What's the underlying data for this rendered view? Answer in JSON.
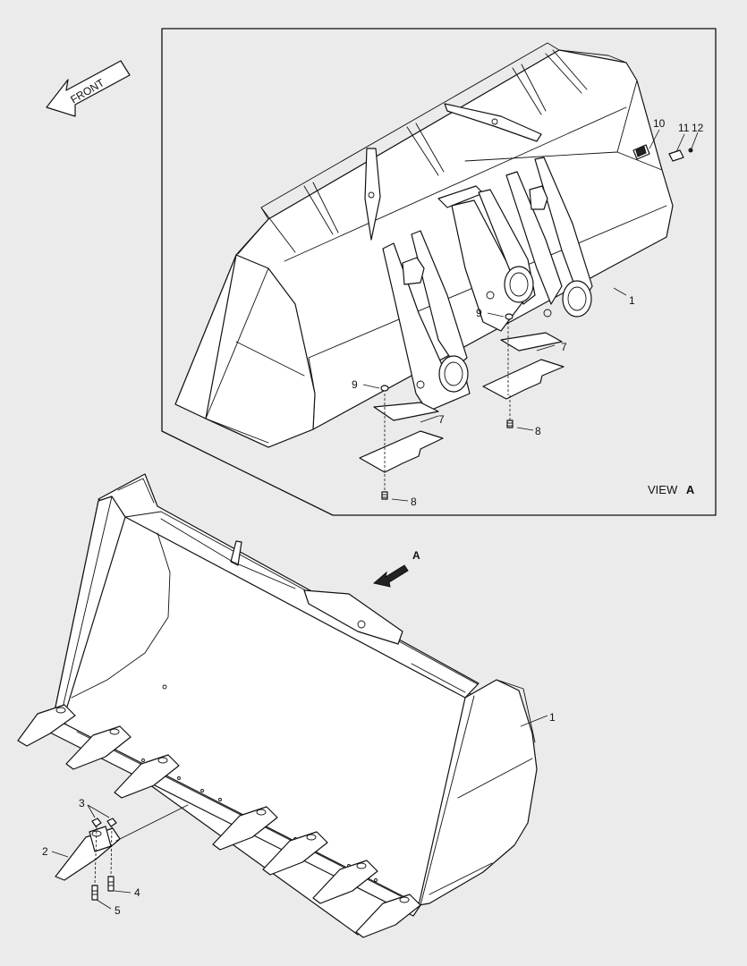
{
  "orientation": {
    "label": "FRONT",
    "icon": "front-arrow-icon"
  },
  "inset": {
    "caption_prefix": "VIEW",
    "caption_letter": "A"
  },
  "view_marker": {
    "letter": "A",
    "icon": "view-direction-arrow-icon"
  },
  "callouts": {
    "c1_main": "1",
    "c1_inset": "1",
    "c2": "2",
    "c3": "3",
    "c4": "4",
    "c5": "5",
    "c7_left": "7",
    "c7_right": "7",
    "c8_left": "8",
    "c8_right": "8",
    "c9_left": "9",
    "c9_right": "9",
    "c10": "10",
    "c11": "11",
    "c12": "12"
  },
  "colors": {
    "background": "#ebebeb",
    "line": "#111111",
    "fill": "#ffffff"
  }
}
